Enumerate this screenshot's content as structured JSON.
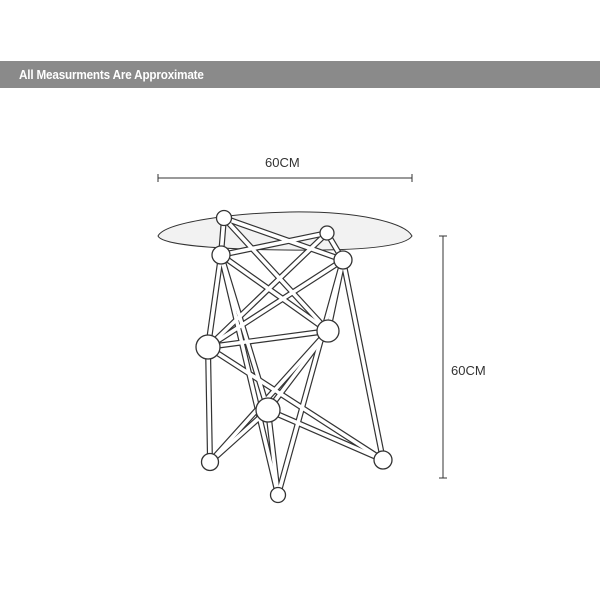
{
  "banner": {
    "title": "All Measurments Are Approximate",
    "background_color": "#8a8a8a",
    "text_color": "#ffffff"
  },
  "dimensions": {
    "width_label": "60CM",
    "height_label": "60CM"
  },
  "colors": {
    "line": "#333333",
    "frame_fill": "#ffffff",
    "glass_fill": "#f2f2f2"
  }
}
